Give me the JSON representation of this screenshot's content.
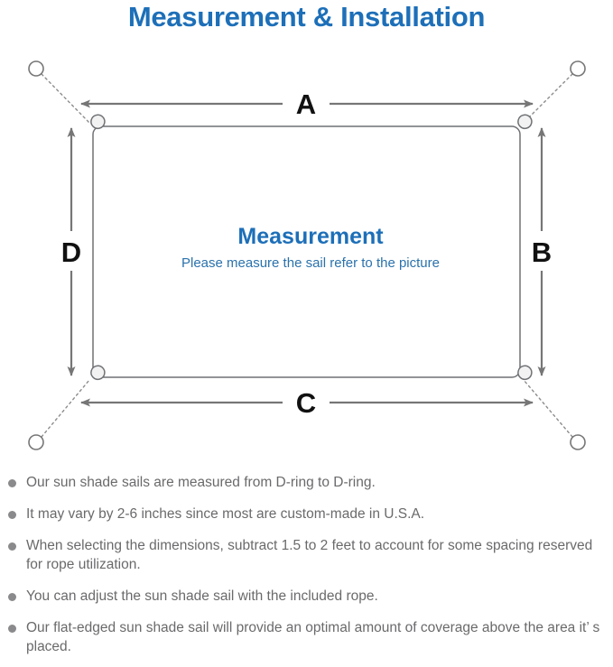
{
  "page": {
    "title": "Measurement & Installation",
    "title_color": "#1d6fb8",
    "background": "#ffffff"
  },
  "diagram": {
    "name": "sun-shade-sail-measurement-diagram",
    "center_heading": "Measurement",
    "center_subtitle": "Please measure the sail refer to the picture",
    "center_heading_color": "#1d6fb8",
    "center_subtitle_color": "#2a72ac",
    "sail_outline_color": "#6f7175",
    "dimension_line_color": "#767676",
    "rope_line_color": "#8c8c8c",
    "anchor_ring_color": "#767676",
    "dimension_labels": {
      "top": "A",
      "right": "B",
      "bottom": "C",
      "left": "D"
    },
    "label_color": "#111111",
    "anchor_points": [
      {
        "name": "anchor-top-left"
      },
      {
        "name": "anchor-top-right"
      },
      {
        "name": "anchor-bottom-left"
      },
      {
        "name": "anchor-bottom-right"
      }
    ],
    "d_rings": [
      {
        "name": "d-ring-top-left"
      },
      {
        "name": "d-ring-top-right"
      },
      {
        "name": "d-ring-bottom-left"
      },
      {
        "name": "d-ring-bottom-right"
      }
    ]
  },
  "notes": [
    {
      "text": "Our sun shade sails are measured from D-ring to D-ring."
    },
    {
      "text": "It may vary by 2-6 inches since most are custom-made in U.S.A."
    },
    {
      "text": "When selecting the dimensions, subtract 1.5 to 2 feet to account for some spacing reserved for rope utilization."
    },
    {
      "text": "You can adjust the sun shade sail with the included rope."
    },
    {
      "text": "Our flat-edged sun shade sail will provide an optimal amount of coverage above the area it’ s placed."
    }
  ]
}
